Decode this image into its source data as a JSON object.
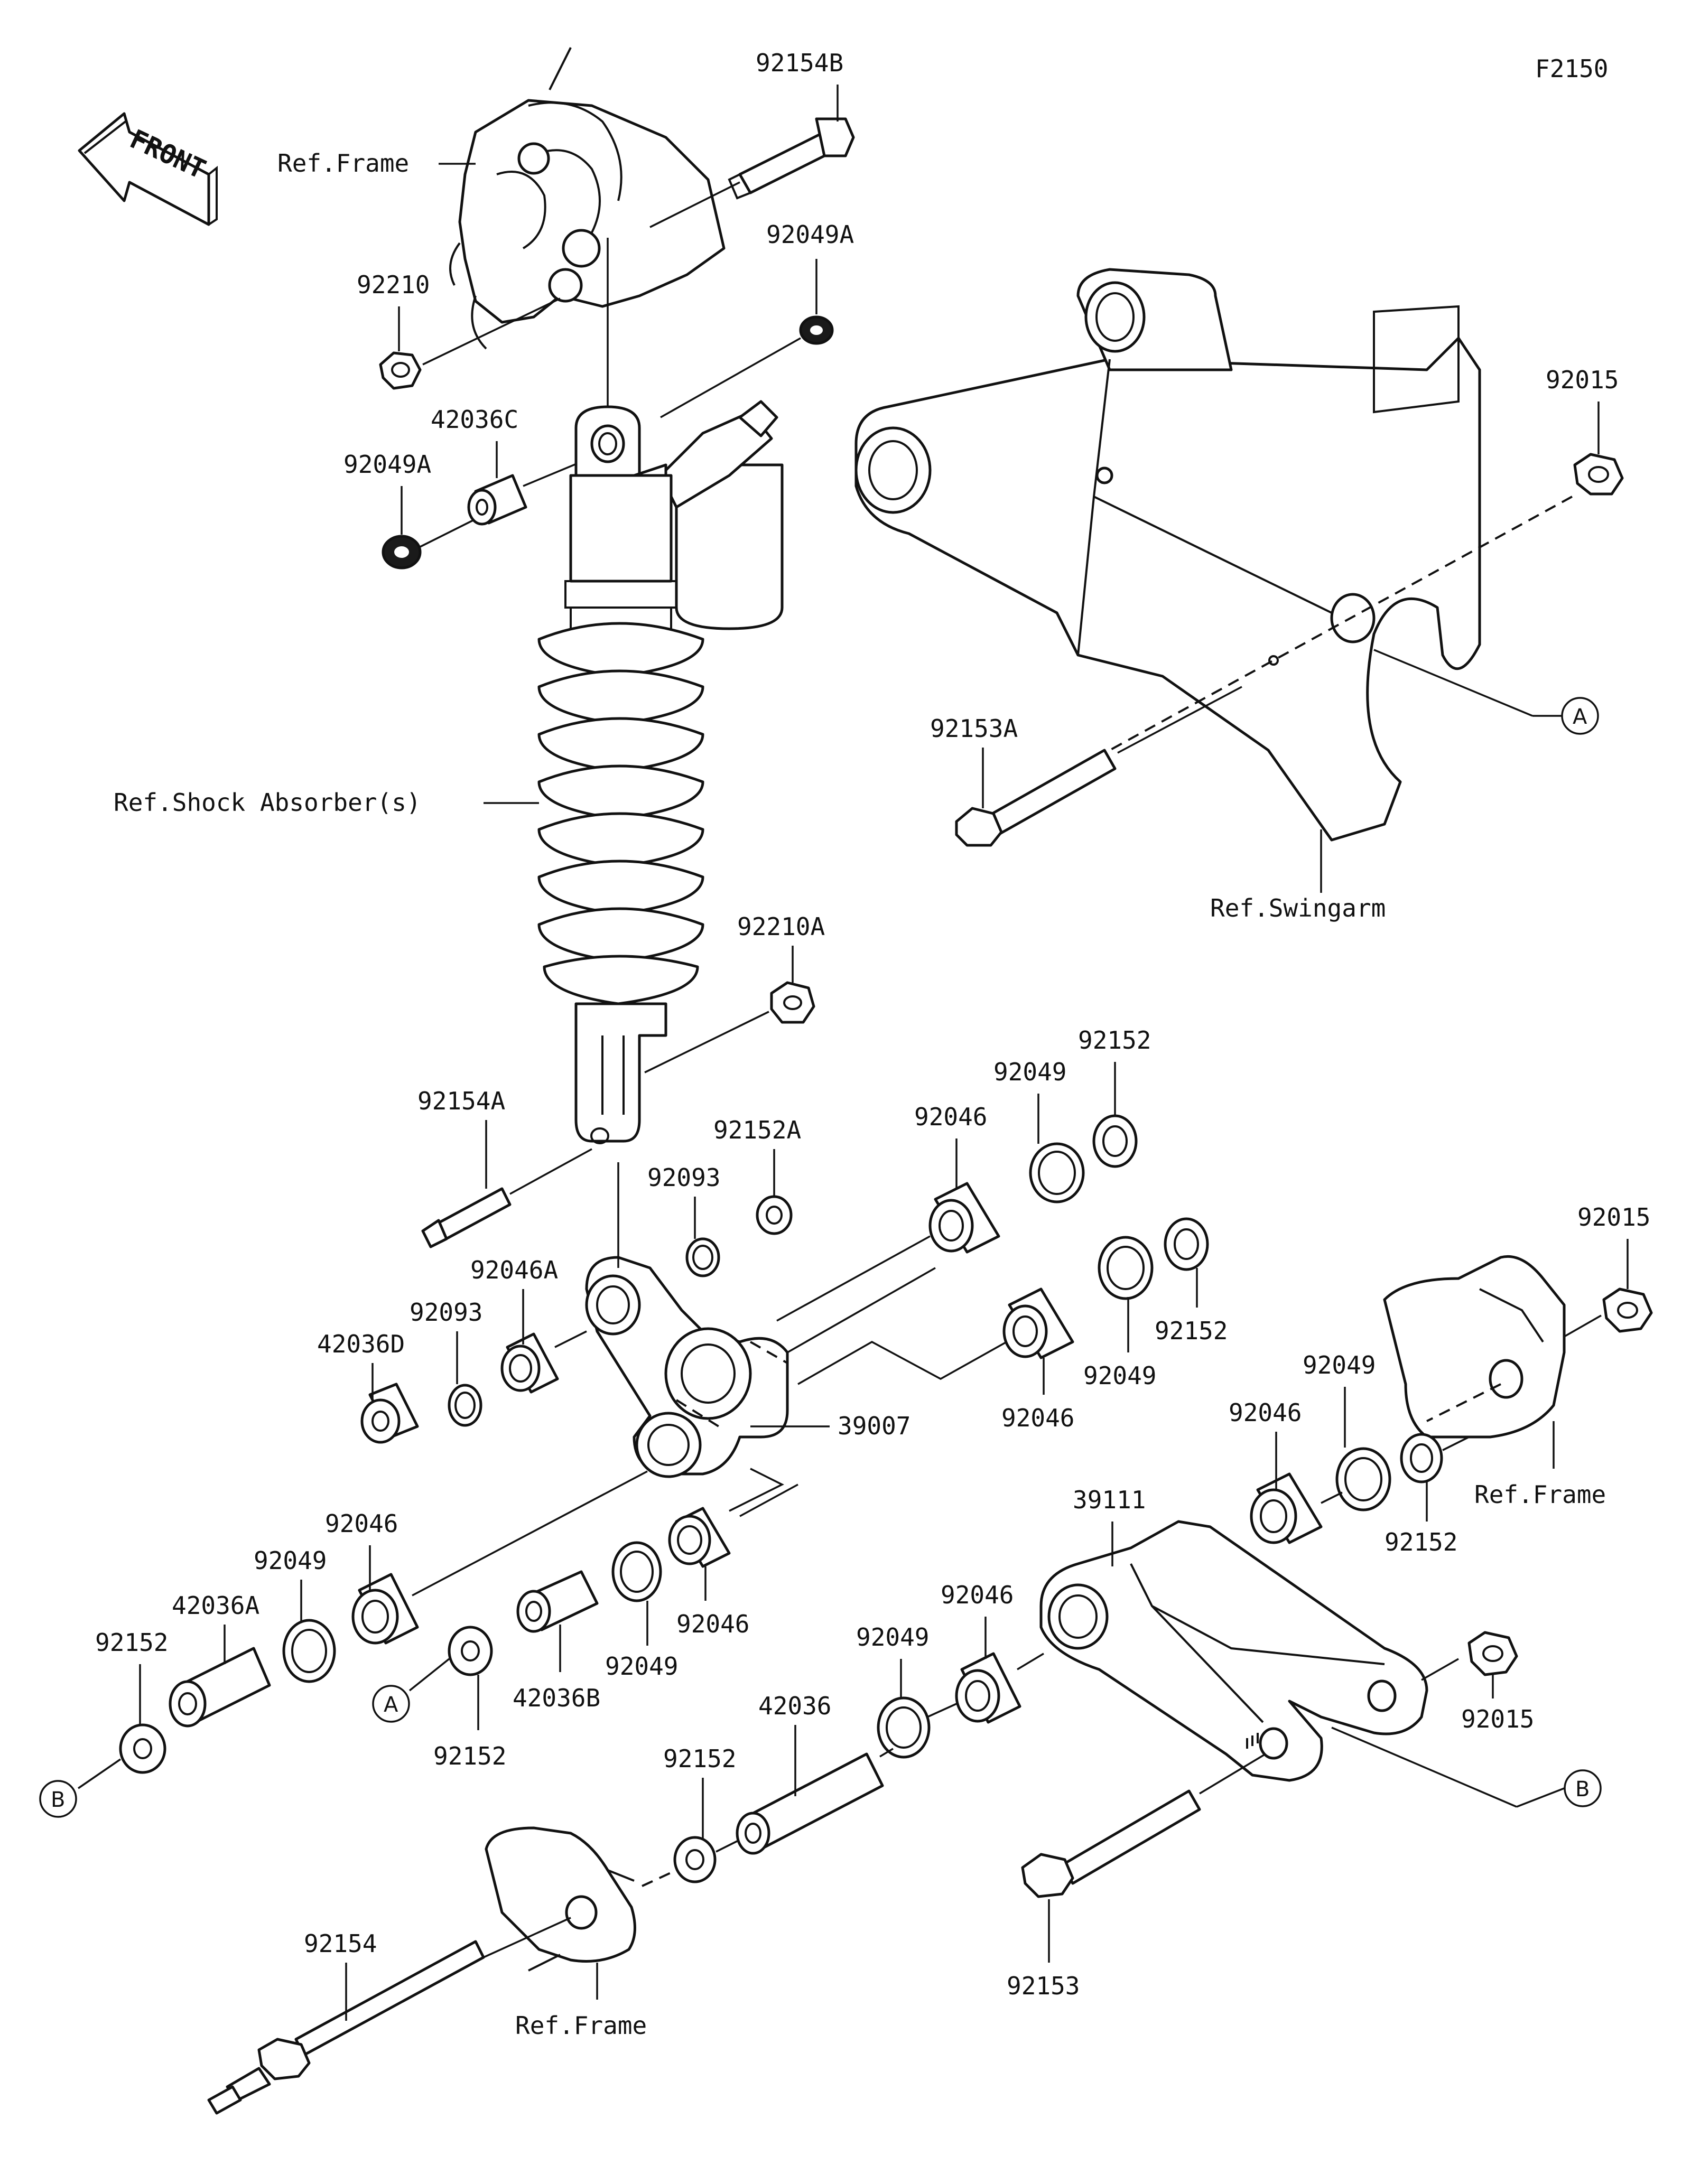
{
  "diagram_code": "F2150",
  "front_label": "FRONT",
  "labels": {
    "p92154B": "92154B",
    "refFrameTop": "Ref.Frame",
    "p92049A_top": "92049A",
    "p92210": "92210",
    "p92015_top": "92015",
    "p42036C": "42036C",
    "p92049A_left": "92049A",
    "p92153A": "92153A",
    "refShock": "Ref.Shock Absorber(s)",
    "refSwingarm": "Ref.Swingarm",
    "p92210A": "92210A",
    "p92152_a": "92152",
    "p92049_a": "92049",
    "p92154A": "92154A",
    "p92152A": "92152A",
    "p92046_a": "92046",
    "p92093_a": "92093",
    "p92015_right": "92015",
    "p92046A": "92046A",
    "p92093_b": "92093",
    "p92152_b": "92152",
    "p42036D": "42036D",
    "p92049_b": "92049",
    "p92046_b": "92046",
    "p92049_c": "92049",
    "p39007": "39007",
    "p92046_c": "92046",
    "refFrameRight": "Ref.Frame",
    "p39111": "39111",
    "p92152_c": "92152",
    "p92046_d": "92046",
    "p92049_d": "92049",
    "p42036A": "42036A",
    "p92046_e": "92046",
    "p92152_d": "92152",
    "p92046_f": "92046",
    "p92049_e": "92049",
    "p42036B": "42036B",
    "p92049_f": "92049",
    "p92015_low": "92015",
    "p92152_e": "92152",
    "p92152_f": "92152",
    "p42036": "42036",
    "p92154": "92154",
    "refFrameBottom": "Ref.Frame",
    "p92153": "92153"
  },
  "callouts": {
    "A": "A",
    "B": "B"
  }
}
